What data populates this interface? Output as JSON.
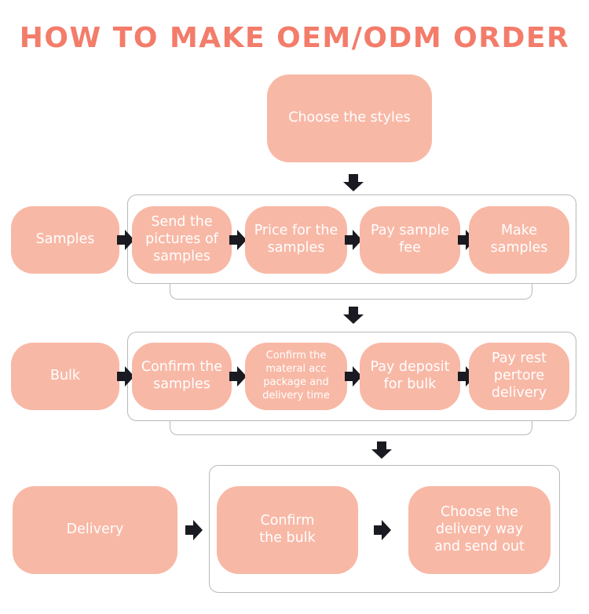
{
  "title": "HOW TO MAKE OEM/ODM ORDER",
  "colors": {
    "title": "#f37c6a",
    "box": "#f8b8a6",
    "box_text": "#ffffff",
    "arrow": "#1a1a22",
    "frame": "#b9b9b9"
  },
  "start": {
    "label": "Choose the styles"
  },
  "samples": {
    "label": "Samples",
    "steps": [
      "Send the pictures of samples",
      "Price for the samples",
      "Pay sample fee",
      "Make samples"
    ]
  },
  "bulk": {
    "label": "Bulk",
    "steps": [
      "Confirm the samples",
      "Confirm the materal acc package and delivery time",
      "Pay deposit for bulk",
      "Pay rest pertore delivery"
    ]
  },
  "delivery": {
    "label": "Delivery",
    "steps": [
      "Confirm the bulk",
      "Choose the delivery way and send out"
    ]
  }
}
